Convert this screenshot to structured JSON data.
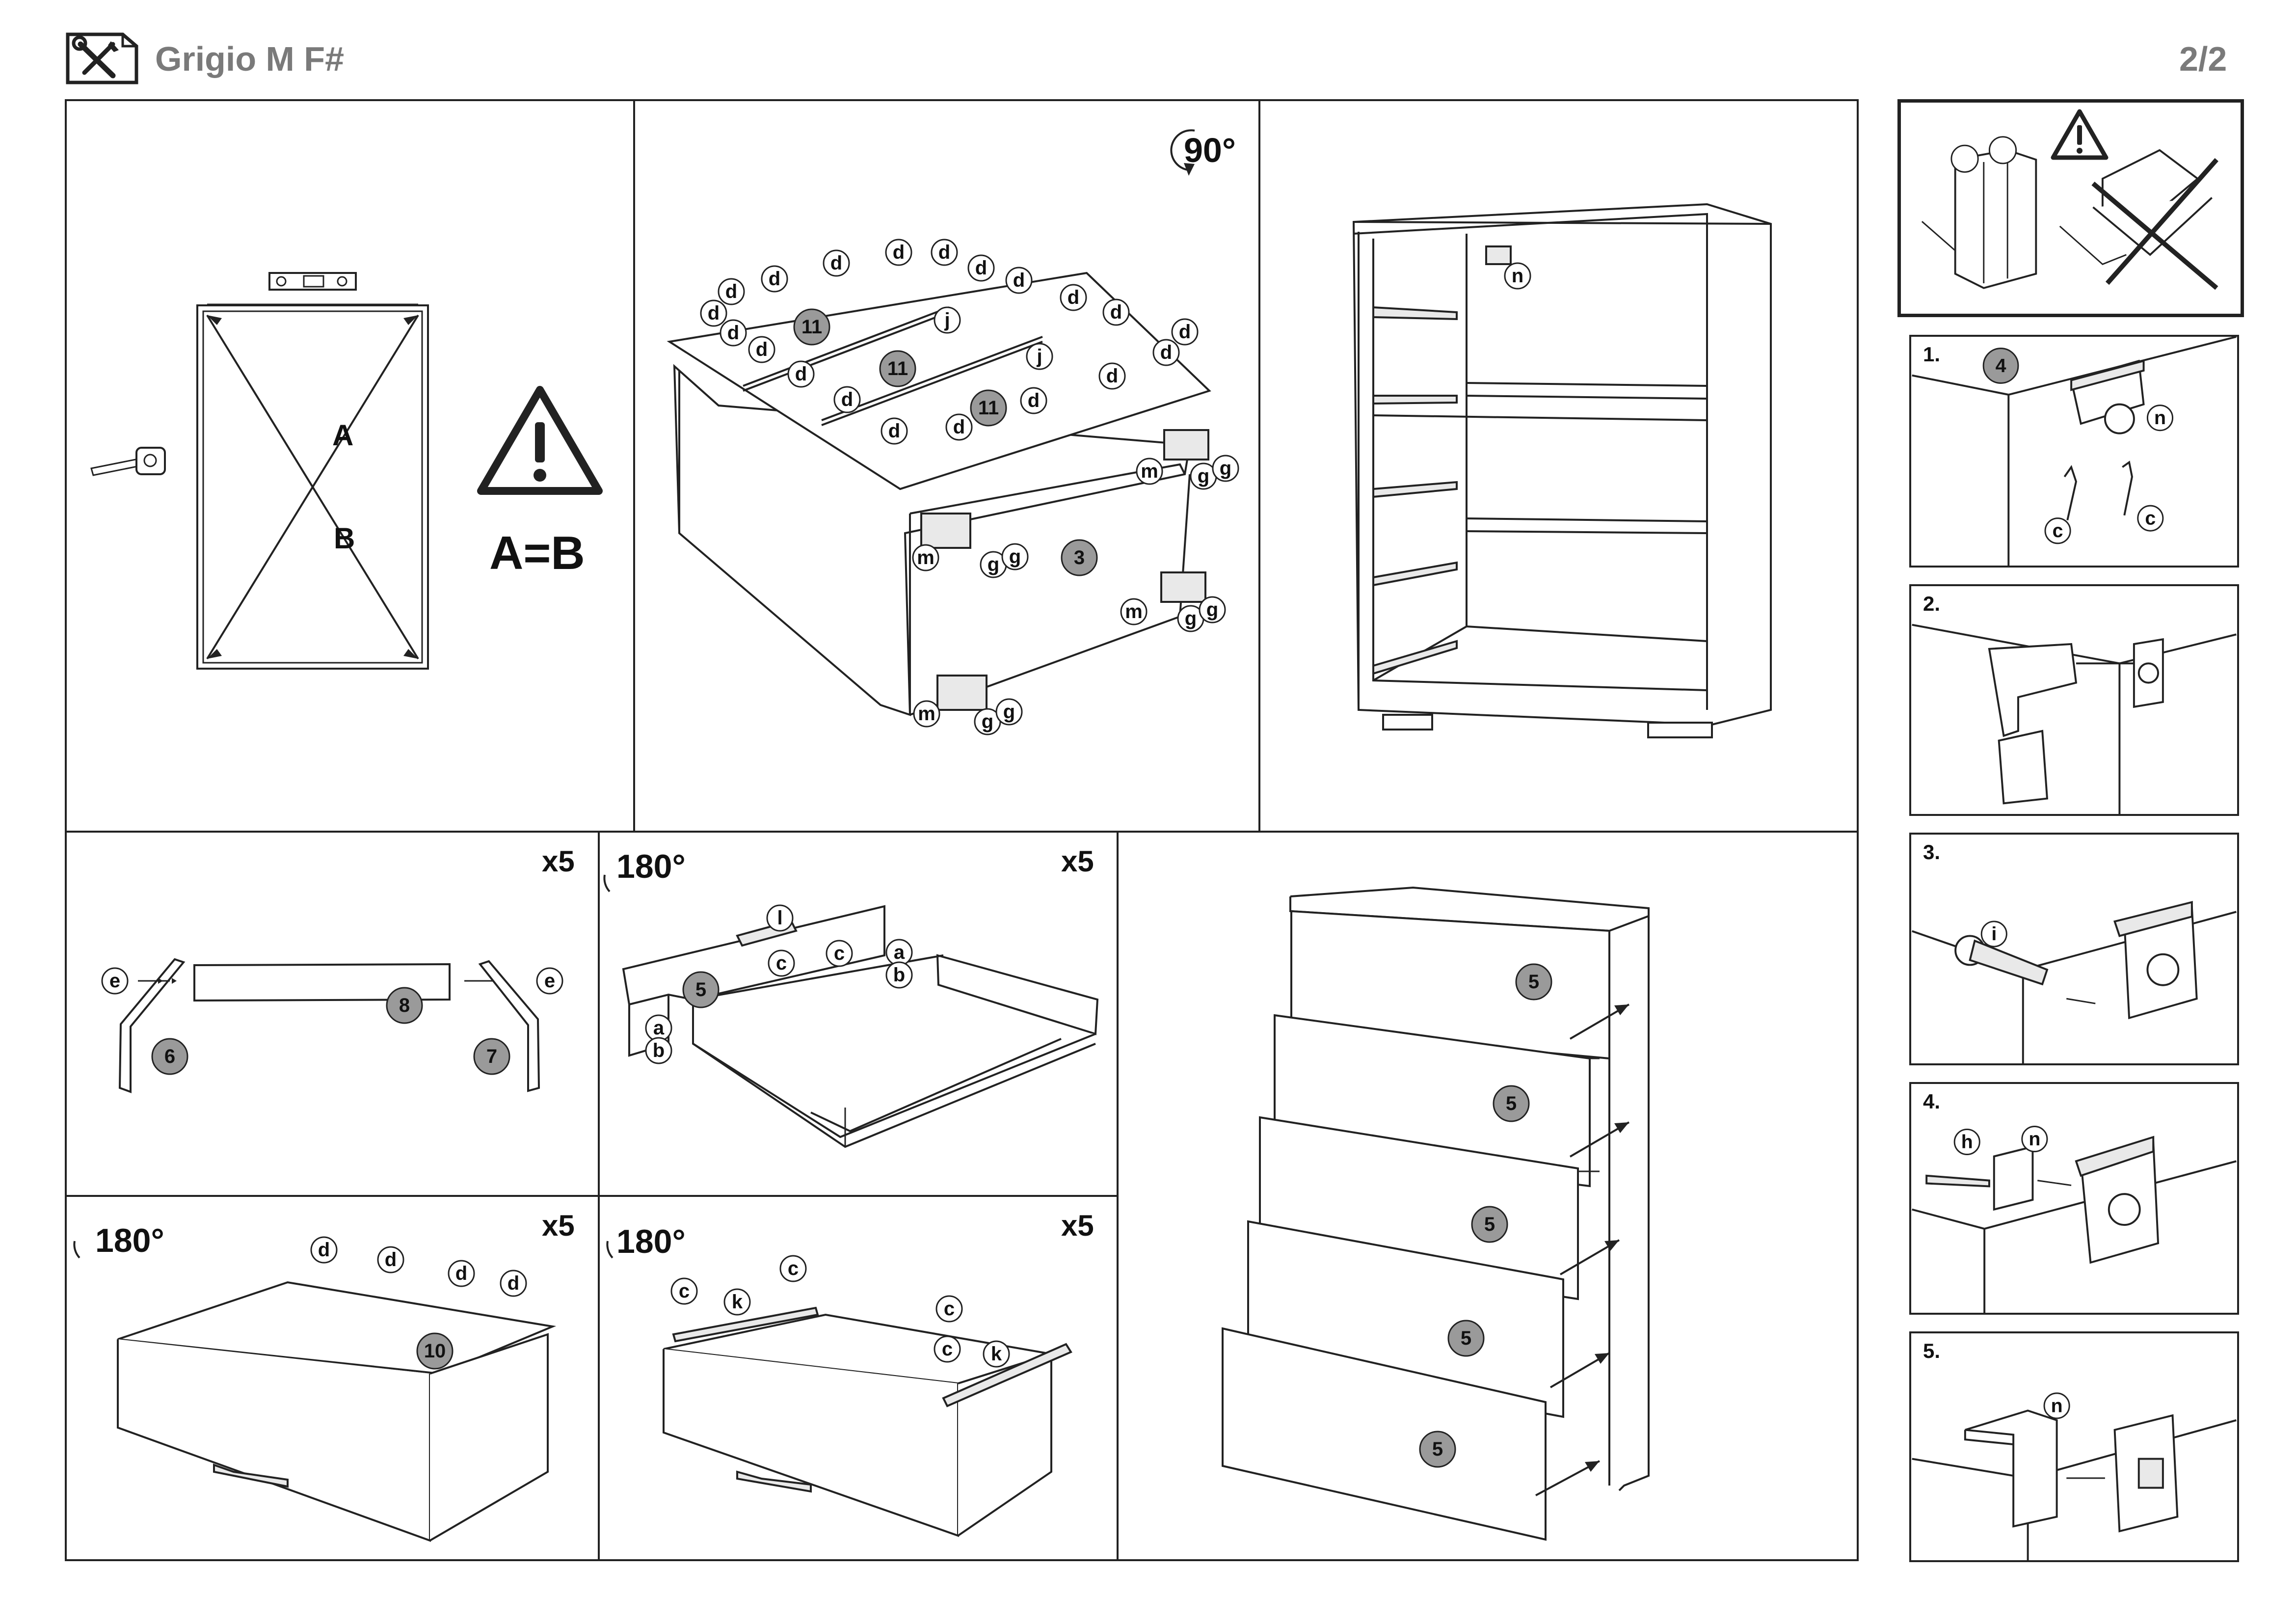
{
  "header": {
    "title": "Grigio M F#",
    "page": "2/2",
    "icon": "tools-icon"
  },
  "panel_square": {
    "label_a": "A",
    "label_b": "B",
    "equation": "A=B",
    "icons": [
      "spirit-level-icon",
      "tape-measure-icon",
      "warning-icon"
    ]
  },
  "panel_top_assembly": {
    "rotation": "90°",
    "part_numbers": [
      "11",
      "11",
      "11",
      "3"
    ],
    "hardware": [
      "d",
      "j",
      "m",
      "g"
    ]
  },
  "panel_carcass": {
    "hardware": [
      "n"
    ]
  },
  "panel_drawer_sides": {
    "multiplier": "x5",
    "parts": [
      "8",
      "6",
      "7"
    ],
    "hardware": [
      "e"
    ]
  },
  "panel_drawer_frame": {
    "multiplier": "x5",
    "rotation": "180°",
    "parts": [
      "5"
    ],
    "hardware": [
      "l",
      "c",
      "a",
      "b"
    ]
  },
  "panel_drawer_bottom": {
    "multiplier": "x5",
    "rotation": "180°",
    "parts": [
      "10"
    ],
    "hardware": [
      "d"
    ]
  },
  "panel_drawer_runners": {
    "multiplier": "x5",
    "rotation": "180°",
    "hardware": [
      "c",
      "k"
    ]
  },
  "panel_insert_drawers": {
    "parts": [
      "5",
      "5",
      "5",
      "5",
      "5"
    ]
  },
  "wall_fixing": {
    "warning": "warning-icon",
    "steps": [
      {
        "label": "1.",
        "part": "4",
        "hardware": [
          "n",
          "c"
        ]
      },
      {
        "label": "2.",
        "hardware": []
      },
      {
        "label": "3.",
        "hardware": [
          "i"
        ]
      },
      {
        "label": "4.",
        "hardware": [
          "h",
          "n"
        ]
      },
      {
        "label": "5.",
        "hardware": [
          "n"
        ]
      }
    ]
  }
}
